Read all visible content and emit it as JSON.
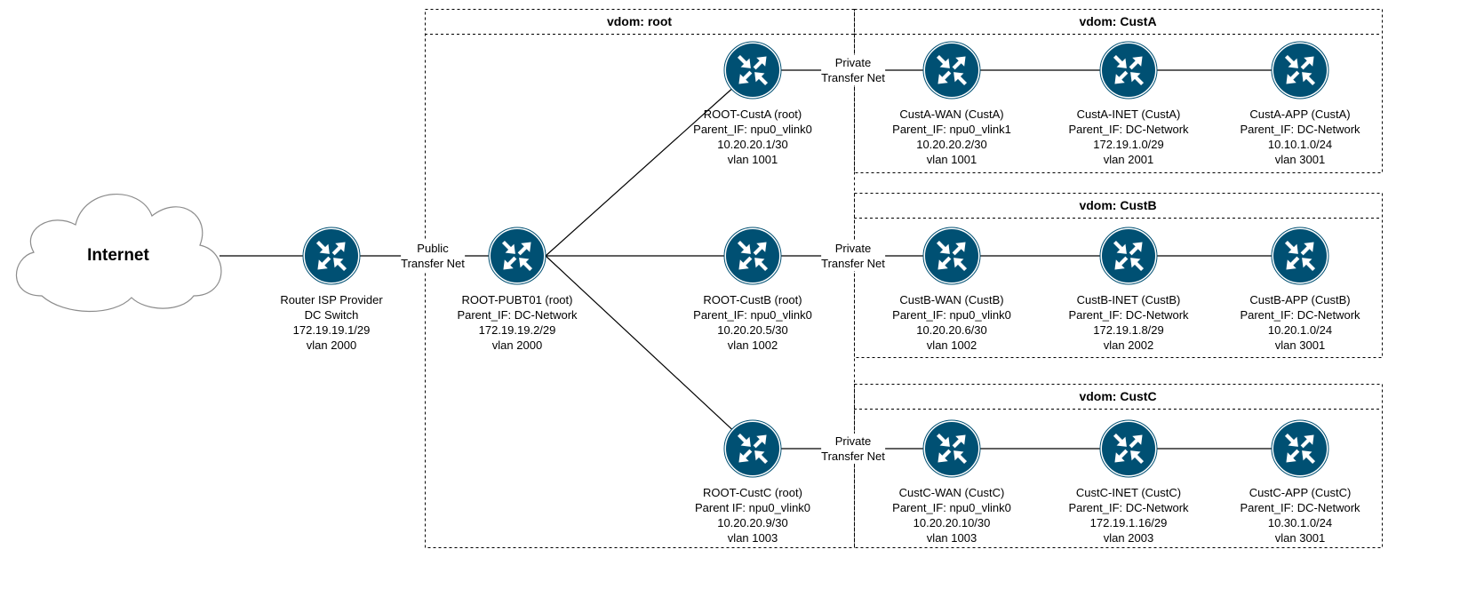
{
  "cloud": {
    "label": "Internet"
  },
  "vdoms": [
    {
      "id": "root",
      "label": "vdom: root"
    },
    {
      "id": "custa",
      "label": "vdom: CustA"
    },
    {
      "id": "custb",
      "label": "vdom: CustB"
    },
    {
      "id": "custc",
      "label": "vdom: CustC"
    }
  ],
  "edge_labels": [
    {
      "id": "public",
      "lines": [
        "Public",
        "Transfer Net"
      ]
    },
    {
      "id": "priv-a",
      "lines": [
        "Private",
        "Transfer Net"
      ]
    },
    {
      "id": "priv-b",
      "lines": [
        "Private",
        "Transfer Net"
      ]
    },
    {
      "id": "priv-c",
      "lines": [
        "Private",
        "Transfer Net"
      ]
    }
  ],
  "routers": [
    {
      "id": "isp",
      "lines": [
        "Router ISP Provider",
        "DC Switch",
        "172.19.19.1/29",
        "vlan 2000"
      ]
    },
    {
      "id": "pubt01",
      "lines": [
        "ROOT-PUBT01 (root)",
        "Parent_IF: DC-Network",
        "172.19.19.2/29",
        "vlan 2000"
      ]
    },
    {
      "id": "root-custa",
      "lines": [
        "ROOT-CustA (root)",
        "Parent_IF: npu0_vlink0",
        "10.20.20.1/30",
        "vlan 1001"
      ]
    },
    {
      "id": "root-custb",
      "lines": [
        "ROOT-CustB (root)",
        "Parent_IF: npu0_vlink0",
        "10.20.20.5/30",
        "vlan 1002"
      ]
    },
    {
      "id": "root-custc",
      "lines": [
        "ROOT-CustC (root)",
        "Parent IF: npu0_vlink0",
        "10.20.20.9/30",
        "vlan 1003"
      ]
    },
    {
      "id": "custa-wan",
      "lines": [
        "CustA-WAN (CustA)",
        "Parent_IF: npu0_vlink1",
        "10.20.20.2/30",
        "vlan 1001"
      ]
    },
    {
      "id": "custa-inet",
      "lines": [
        "CustA-INET (CustA)",
        "Parent_IF: DC-Network",
        "172.19.1.0/29",
        "vlan 2001"
      ]
    },
    {
      "id": "custa-app",
      "lines": [
        "CustA-APP (CustA)",
        "Parent_IF: DC-Network",
        "10.10.1.0/24",
        "vlan 3001"
      ]
    },
    {
      "id": "custb-wan",
      "lines": [
        "CustB-WAN (CustB)",
        "Parent_IF: npu0_vlink0",
        "10.20.20.6/30",
        "vlan 1002"
      ]
    },
    {
      "id": "custb-inet",
      "lines": [
        "CustB-INET (CustB)",
        "Parent_IF: DC-Network",
        "172.19.1.8/29",
        "vlan 2002"
      ]
    },
    {
      "id": "custb-app",
      "lines": [
        "CustB-APP (CustB)",
        "Parent_IF: DC-Network",
        "10.20.1.0/24",
        "vlan 3001"
      ]
    },
    {
      "id": "custc-wan",
      "lines": [
        "CustC-WAN (CustC)",
        "Parent_IF: npu0_vlink0",
        "10.20.20.10/30",
        "vlan 1003"
      ]
    },
    {
      "id": "custc-inet",
      "lines": [
        "CustC-INET (CustC)",
        "Parent_IF: DC-Network",
        "172.19.1.16/29",
        "vlan 2003"
      ]
    },
    {
      "id": "custc-app",
      "lines": [
        "CustC-APP (CustC)",
        "Parent_IF: DC-Network",
        "10.30.1.0/24",
        "vlan 3001"
      ]
    }
  ],
  "colors": {
    "router_fill": "#005073",
    "router_arrow": "#ffffff",
    "line": "#000000",
    "border": "#000000"
  }
}
